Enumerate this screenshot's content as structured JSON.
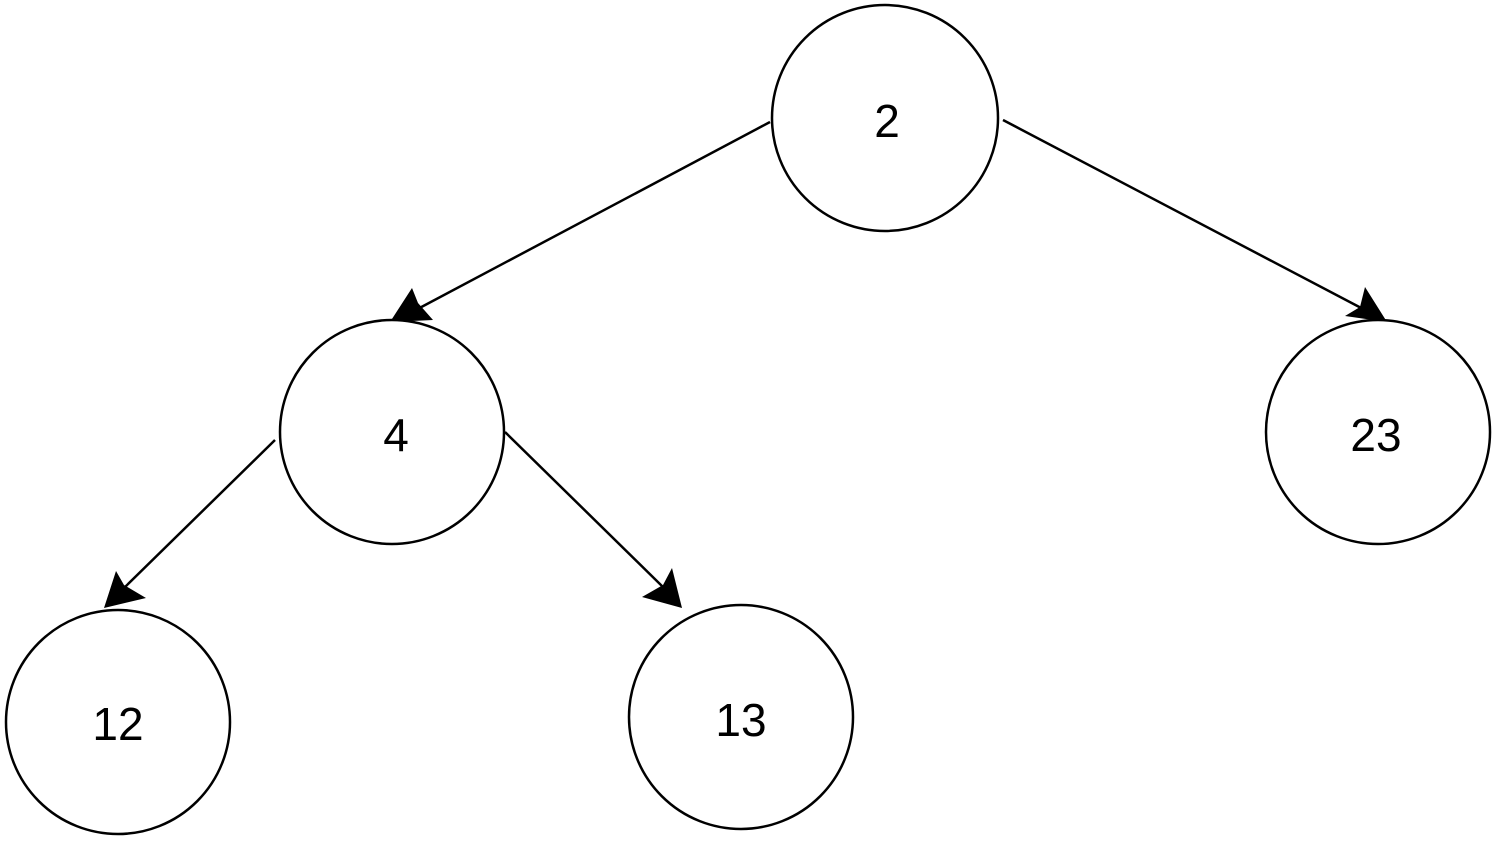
{
  "tree": {
    "nodes": [
      {
        "id": "n2",
        "label": "2"
      },
      {
        "id": "n4",
        "label": "4"
      },
      {
        "id": "n23",
        "label": "23"
      },
      {
        "id": "n12",
        "label": "12"
      },
      {
        "id": "n13",
        "label": "13"
      }
    ],
    "edges": [
      {
        "from": "n2",
        "to": "n4"
      },
      {
        "from": "n2",
        "to": "n23"
      },
      {
        "from": "n4",
        "to": "n12"
      },
      {
        "from": "n4",
        "to": "n13"
      }
    ],
    "colors": {
      "stroke": "#000000",
      "fill": "#ffffff"
    }
  }
}
